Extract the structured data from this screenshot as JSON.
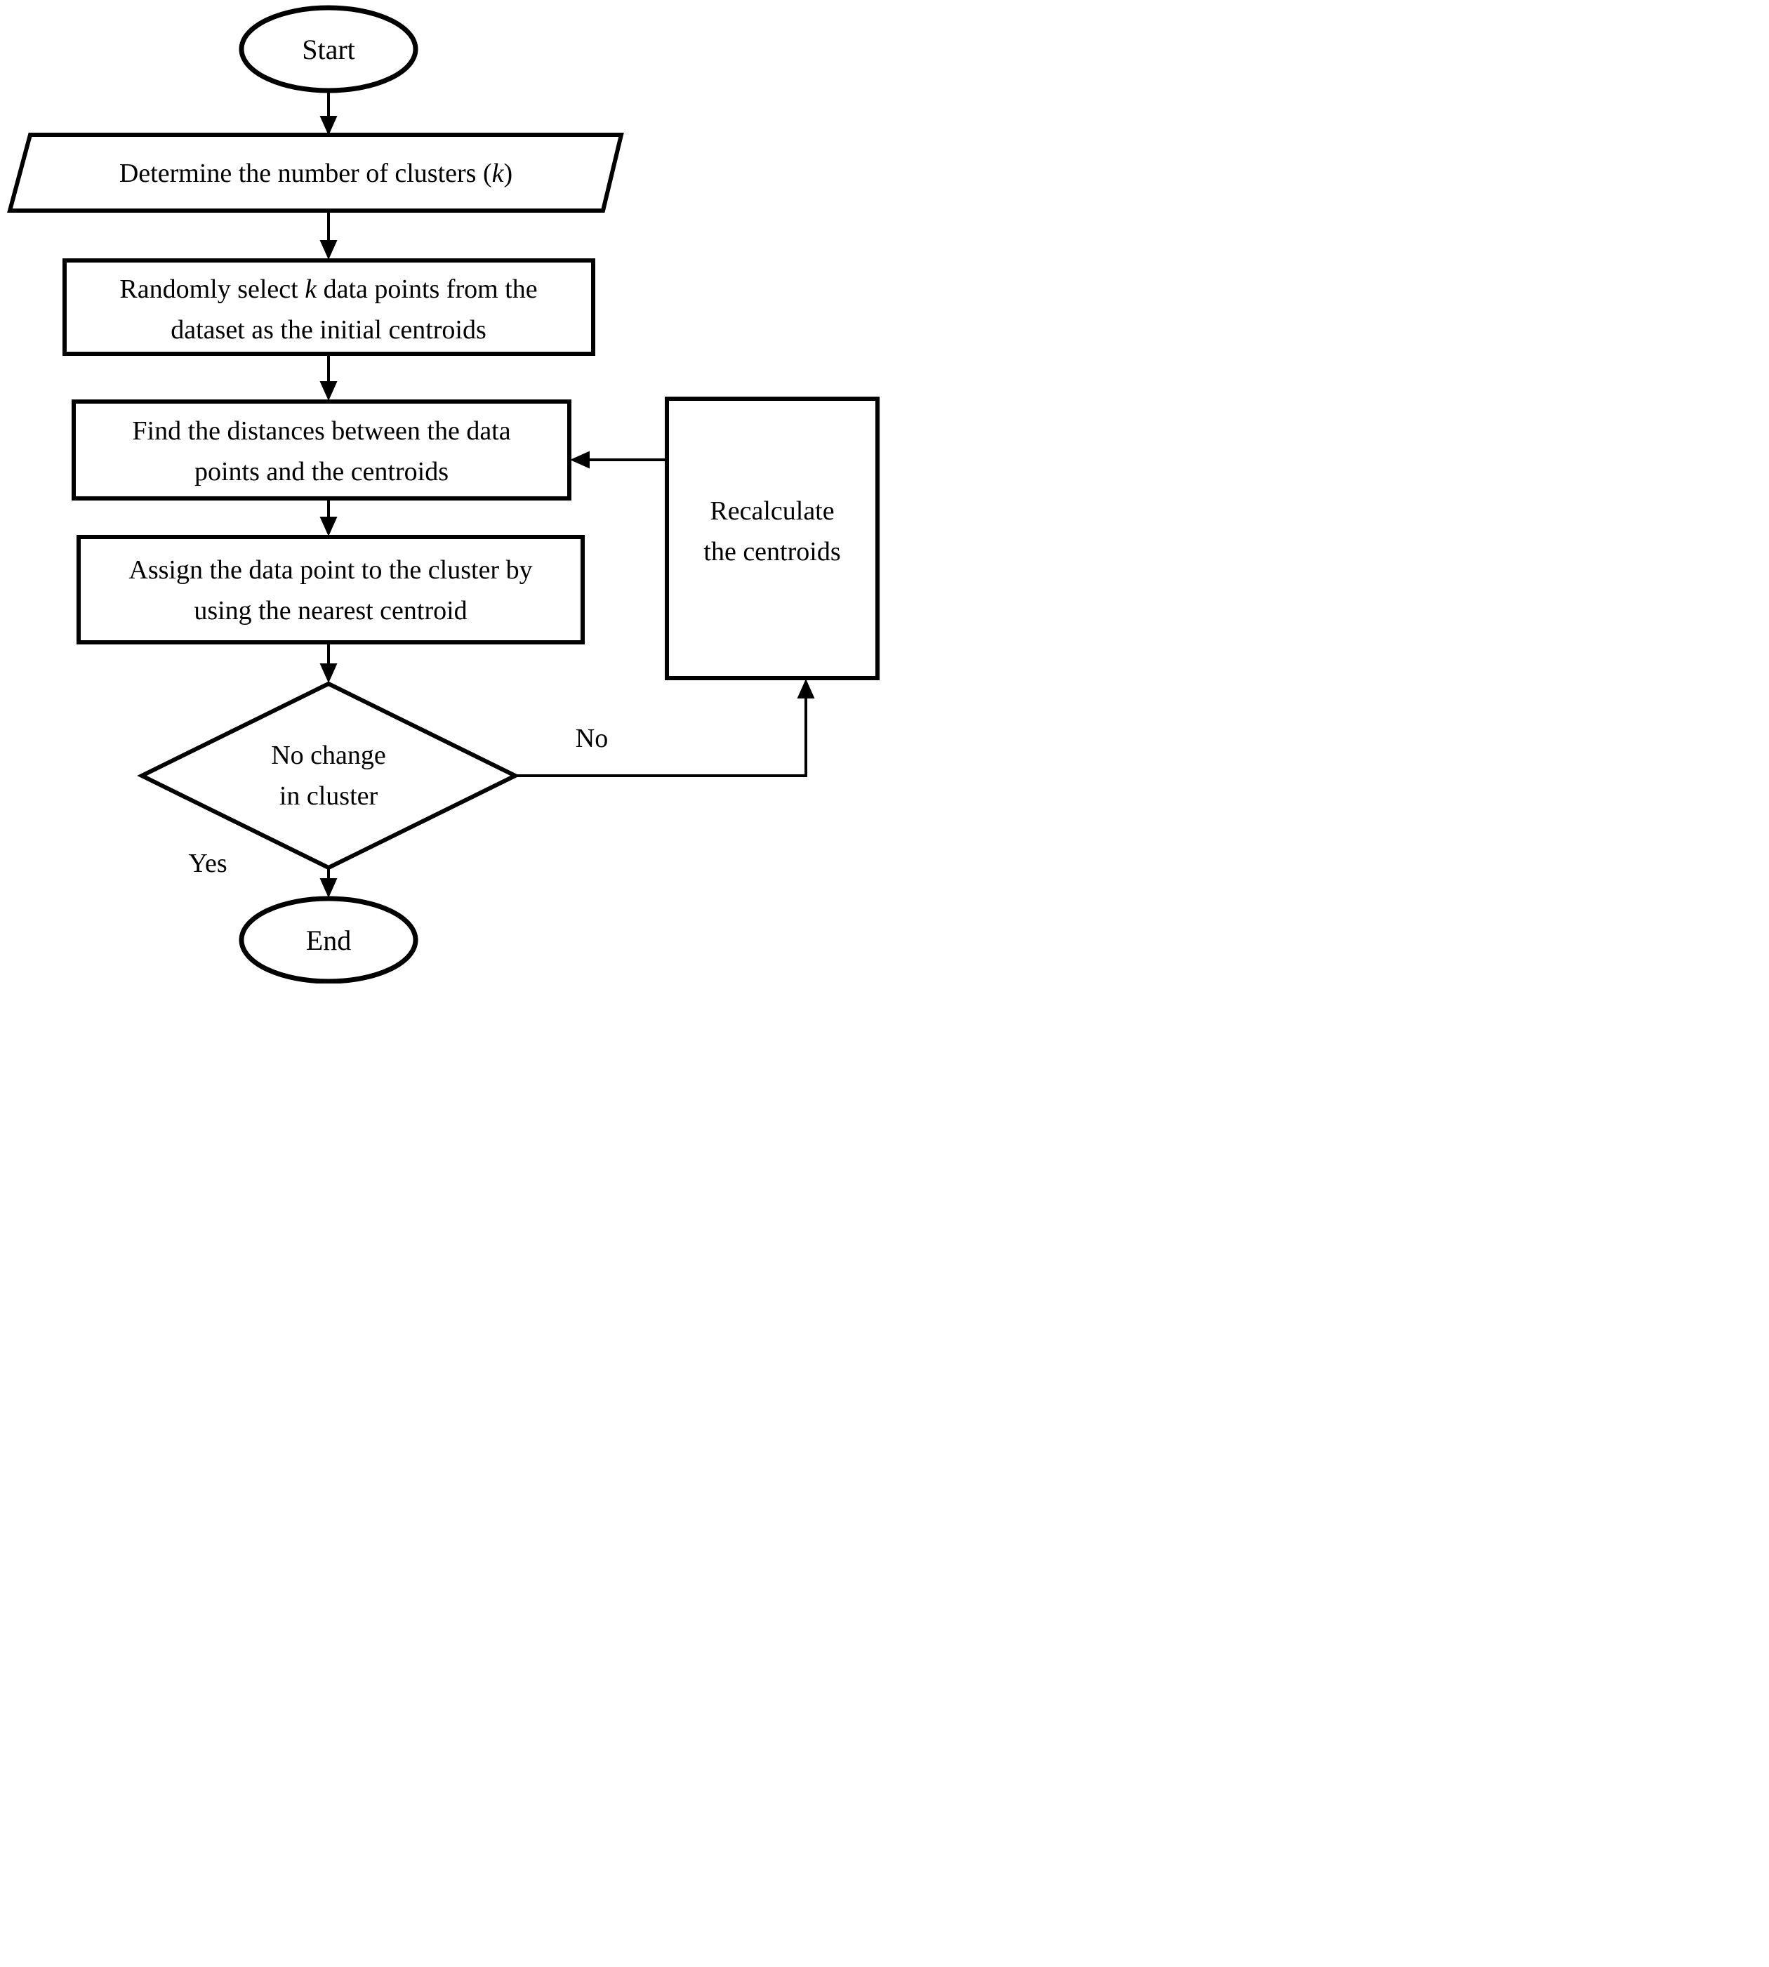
{
  "figure": {
    "type": "flowchart",
    "description": "K-means clustering algorithm flowchart",
    "background_color": "#ffffff",
    "stroke_color": "#000000",
    "text_color": "#000000"
  },
  "nodes": {
    "start": {
      "shape": "ellipse",
      "label": "Start"
    },
    "determine_k": {
      "shape": "parallelogram",
      "text_pre": "Determine the number of clusters (",
      "text_var": "k",
      "text_post": ")"
    },
    "random_select": {
      "shape": "process",
      "line1_pre": "Randomly select ",
      "line1_var": "k",
      "line1_post": " data points from the",
      "line2": "dataset as the initial centroids"
    },
    "find_distances": {
      "shape": "process",
      "line1": "Find the distances between the data",
      "line2": "points and the centroids"
    },
    "assign_points": {
      "shape": "process",
      "line1": "Assign the data point to the cluster by",
      "line2": "using the nearest centroid"
    },
    "decision": {
      "shape": "diamond",
      "line1": "No change",
      "line2": "in cluster"
    },
    "recalculate": {
      "shape": "process",
      "line1": "Recalculate",
      "line2": "the centroids"
    },
    "end": {
      "shape": "ellipse",
      "label": "End"
    }
  },
  "edges": {
    "yes_label": "Yes",
    "no_label": "No"
  }
}
